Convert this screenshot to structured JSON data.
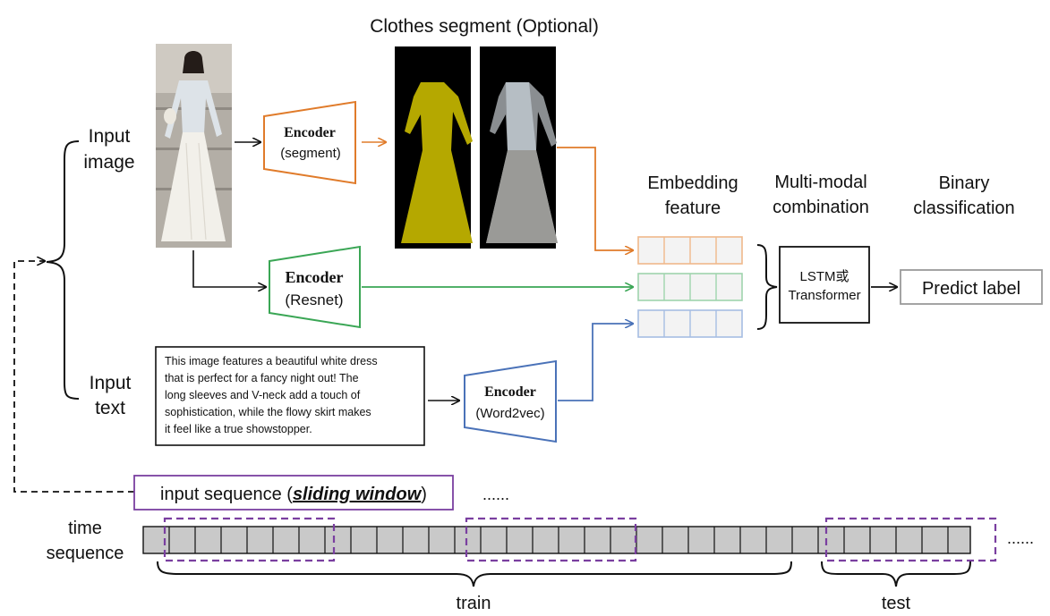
{
  "title": "Clothes segment (Optional)",
  "inputs": {
    "image_label_1": "Input",
    "image_label_2": "image",
    "text_label_1": "Input",
    "text_label_2": "text"
  },
  "encoders": {
    "segment": {
      "title": "Encoder",
      "sub": "(segment)"
    },
    "resnet": {
      "title": "Encoder",
      "sub": "(Resnet)"
    },
    "word2vec": {
      "title": "Encoder",
      "sub": "(Word2vec)"
    }
  },
  "description_lines": [
    "This image features a beautiful white dress",
    "that is perfect for a fancy night out! The",
    "long sleeves and V-neck add a touch of",
    "sophistication, while the flowy skirt makes",
    "it feel like a true showstopper."
  ],
  "headers": {
    "embedding_1": "Embedding",
    "embedding_2": "feature",
    "multimodal_1": "Multi-modal",
    "multimodal_2": "combination",
    "binary_1": "Binary",
    "binary_2": "classification"
  },
  "lstm": {
    "line1": "LSTM或",
    "line2": "Transformer"
  },
  "predict_label": "Predict label",
  "sequence": {
    "prefix": "input sequence (",
    "emph": "sliding window",
    "suffix": ")",
    "ellipsis_top": "......",
    "ellipsis_right": "......",
    "time_1": "time",
    "time_2": "sequence",
    "train": "train",
    "test": "test"
  },
  "colors": {
    "segment": "#e07b2a",
    "resnet": "#3aa655",
    "word2vec": "#4a72b8",
    "sliding": "#7a3fa0",
    "cell_fill": "#c9c9c9",
    "mask_yellow": "#b5a800"
  }
}
